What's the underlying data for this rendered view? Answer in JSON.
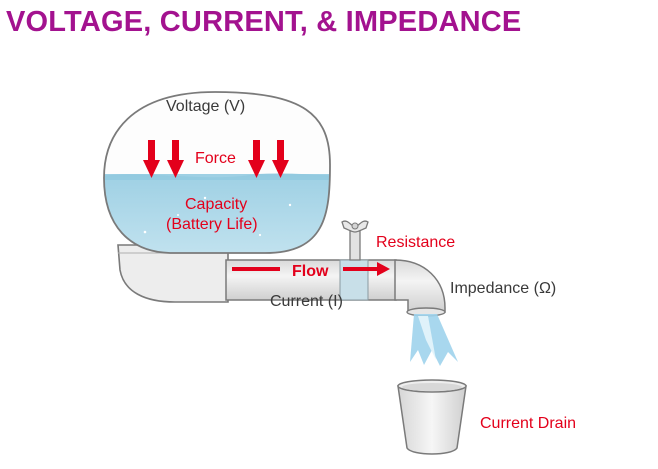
{
  "title": "VOLTAGE, CURRENT, & IMPEDANCE",
  "labels": {
    "voltage": "Voltage (V)",
    "force": "Force",
    "capacity_line1": "Capacity",
    "capacity_line2": "(Battery Life)",
    "resistance": "Resistance",
    "flow": "Flow",
    "current": "Current (I)",
    "impedance": "Impedance (Ω)",
    "current_drain": "Current Drain"
  },
  "colors": {
    "title": "#a3128f",
    "accent_red": "#e3001b",
    "water": "#b4dbea",
    "pipe": "#ececec",
    "outline": "#7a7a7a"
  },
  "icons": [
    "faucet-handle-icon",
    "bucket-icon",
    "water-stream-icon"
  ]
}
